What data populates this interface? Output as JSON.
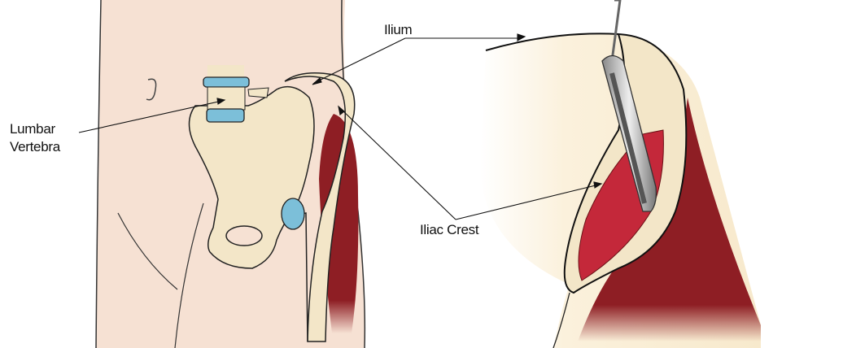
{
  "labels": {
    "ilium": "Ilium",
    "lumbar_line1": "Lumbar",
    "lumbar_line2": "Vertebra",
    "iliac_crest": "Iliac Crest"
  },
  "colors": {
    "skin": "#f6e1d3",
    "bone": "#f3e6c8",
    "disc": "#7cbfd9",
    "muscle": "#8e1e24",
    "marrow": "#c4283a",
    "outline": "#1a1a1a"
  }
}
